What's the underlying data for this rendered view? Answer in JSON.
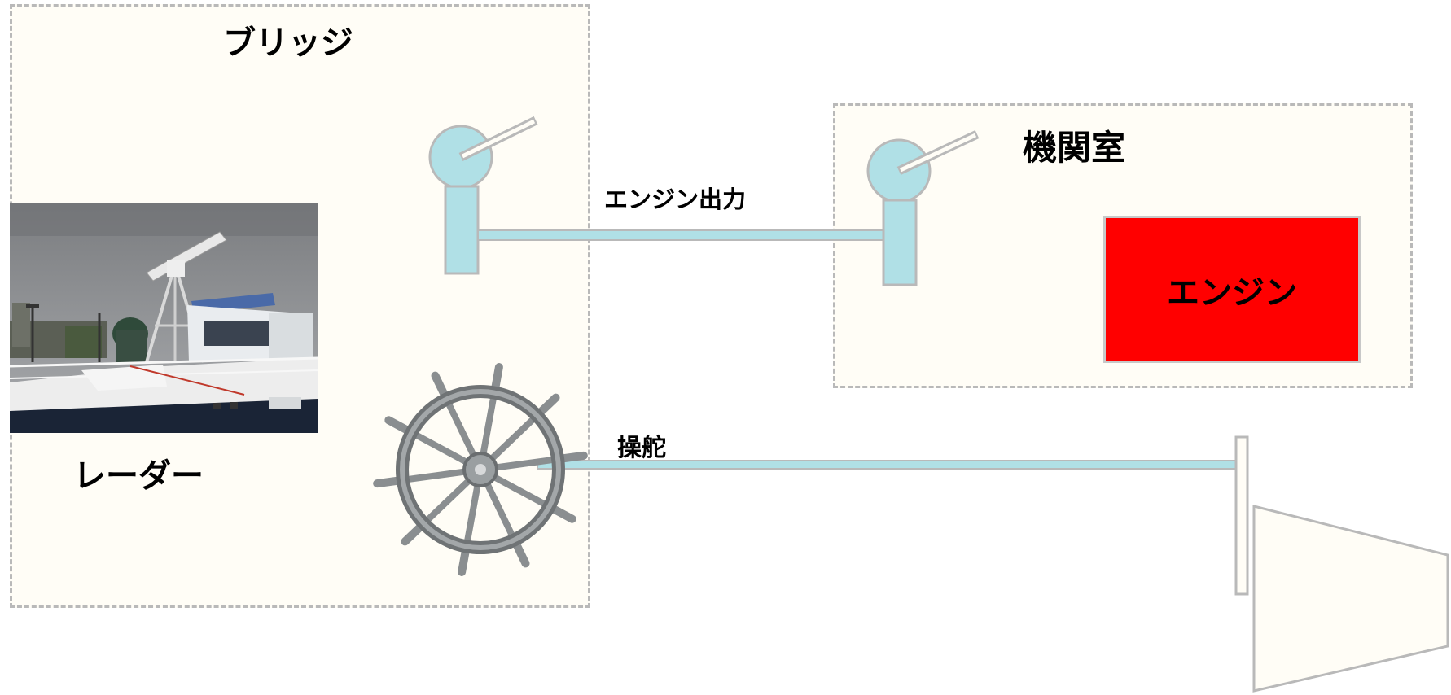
{
  "labels": {
    "bridge": "ブリッジ",
    "engine_room": "機関室",
    "engine_output": "エンジン出力",
    "steering": "操舵",
    "radar": "レーダー",
    "engine": "エンジン"
  },
  "colors": {
    "zone_fill": "#fffdf6",
    "zone_border": "#b9b9b9",
    "link_fill": "#b0e0e6",
    "link_stroke": "#b9b9b9",
    "engine_fill": "#ff0000",
    "wheel_wood": "#8a8e90"
  },
  "icons": {
    "bridge_lever": "throttle-lever-icon",
    "engine_lever": "throttle-lever-icon",
    "wheel": "ship-wheel-icon",
    "rudder": "rudder-icon",
    "radar_photo": "radar-ship-photo"
  }
}
